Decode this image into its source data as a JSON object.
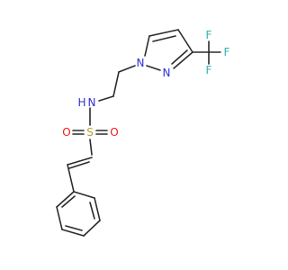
{
  "molecule": {
    "atoms": {
      "n_pyrazole_1": "N",
      "n_pyrazole_2": "N",
      "f1": "F",
      "f2": "F",
      "f3": "F",
      "nh": "N",
      "h": "H",
      "s": "S",
      "o1": "O",
      "o2": "O"
    }
  },
  "colors": {
    "nitrogen": "#2f2fd6",
    "fluorine": "#33b3b3",
    "sulfur": "#b3a12e",
    "oxygen": "#ee1b1b",
    "bond": "#2b2b2b"
  }
}
